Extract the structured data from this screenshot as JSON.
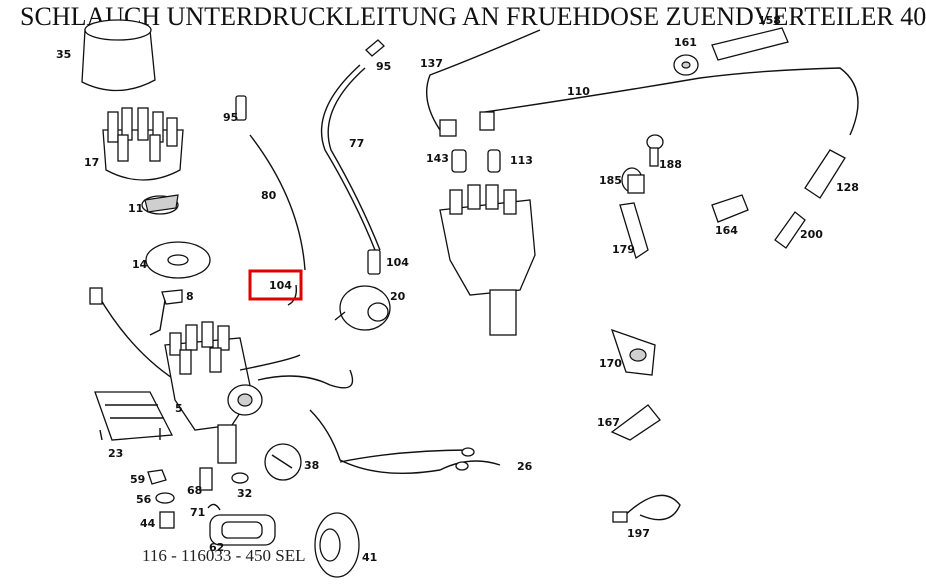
{
  "header": {
    "title": "SCHLAUCH UNTERDRUCKLEITUNG AN FRUEHDOSE ZUENDVERTEILER 40"
  },
  "footer": {
    "text": "116 - 116033 - 450 SEL"
  },
  "highlight_color": "#e00000",
  "part_labels": [
    "35",
    "17",
    "11",
    "14",
    "8",
    "5",
    "23",
    "59",
    "56",
    "44",
    "68",
    "71",
    "62",
    "41",
    "32",
    "38",
    "95",
    "80",
    "104",
    "77",
    "95",
    "104",
    "20",
    "137",
    "110",
    "158",
    "161",
    "143",
    "113",
    "185",
    "188",
    "179",
    "164",
    "128",
    "200",
    "170",
    "167",
    "26",
    "197"
  ],
  "selected_part": "104"
}
